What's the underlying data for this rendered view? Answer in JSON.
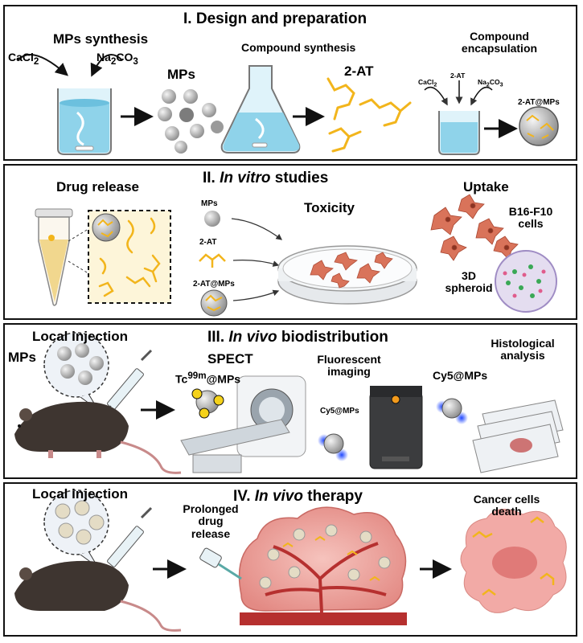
{
  "panels": {
    "design": {
      "title_num": "I.",
      "title_text": "Design and preparation",
      "mps_synthesis": "MPs synthesis",
      "cacl2_a": "CaCl",
      "cacl2_a_sub": "2",
      "na2co3_a": "Na",
      "na2co3_a_sub1": "2",
      "na2co3_a_mid": "CO",
      "na2co3_a_sub2": "3",
      "mps": "MPs",
      "compound_synthesis": "Compound synthesis",
      "two_at": "2-AT",
      "compound_encapsulation_1": "Compound",
      "compound_encapsulation_2": "encapsulation",
      "cacl2_b": "CaCl",
      "cacl2_b_sub": "2",
      "two_at_small": "2-AT",
      "na2co3_b": "Na",
      "na2co3_b_sub1": "2",
      "na2co3_b_mid": "CO",
      "na2co3_b_sub2": "3",
      "two_at_mps": "2-AT@MPs"
    },
    "invitro": {
      "title_num": "II.",
      "title_italic": "In vitro",
      "title_rest": "studies",
      "drug_release": "Drug release",
      "mps": "MPs",
      "toxicity": "Toxicity",
      "two_at": "2-AT",
      "two_at_mps": "2-AT@MPs",
      "uptake": "Uptake",
      "cells_1": "B16-F10",
      "cells_2": "cells",
      "spheroid_1": "3D",
      "spheroid_2": "spheroid"
    },
    "biodistribution": {
      "title_num": "III.",
      "title_italic": "In vivo",
      "title_rest": "biodistribution",
      "local_injection": "Local injection",
      "mps": "MPs",
      "spect": "SPECT",
      "tc": "Tc",
      "tc_sup": "99m",
      "tc_rest": "@MPs",
      "fluorescent_1": "Fluorescent",
      "fluorescent_2": "imaging",
      "cy5_a": "Cy5@MPs",
      "cy5_b": "Cy5@MPs",
      "histology_1": "Histological",
      "histology_2": "analysis"
    },
    "therapy": {
      "title_num": "IV.",
      "title_italic": "In vivo",
      "title_rest": "therapy",
      "local_injection": "Local injection",
      "prolonged_1": "Prolonged",
      "prolonged_2": "drug",
      "prolonged_3": "release",
      "death_1": "Cancer cells",
      "death_2": "death"
    }
  },
  "colors": {
    "gold": "#f2b51c",
    "water": "#8fd3ea",
    "mouse": "#3e3530",
    "tumor": "#f2aaa6",
    "cell": "#d9735a",
    "blue_glow": "#1f47ff",
    "vessel": "#b6302f"
  }
}
